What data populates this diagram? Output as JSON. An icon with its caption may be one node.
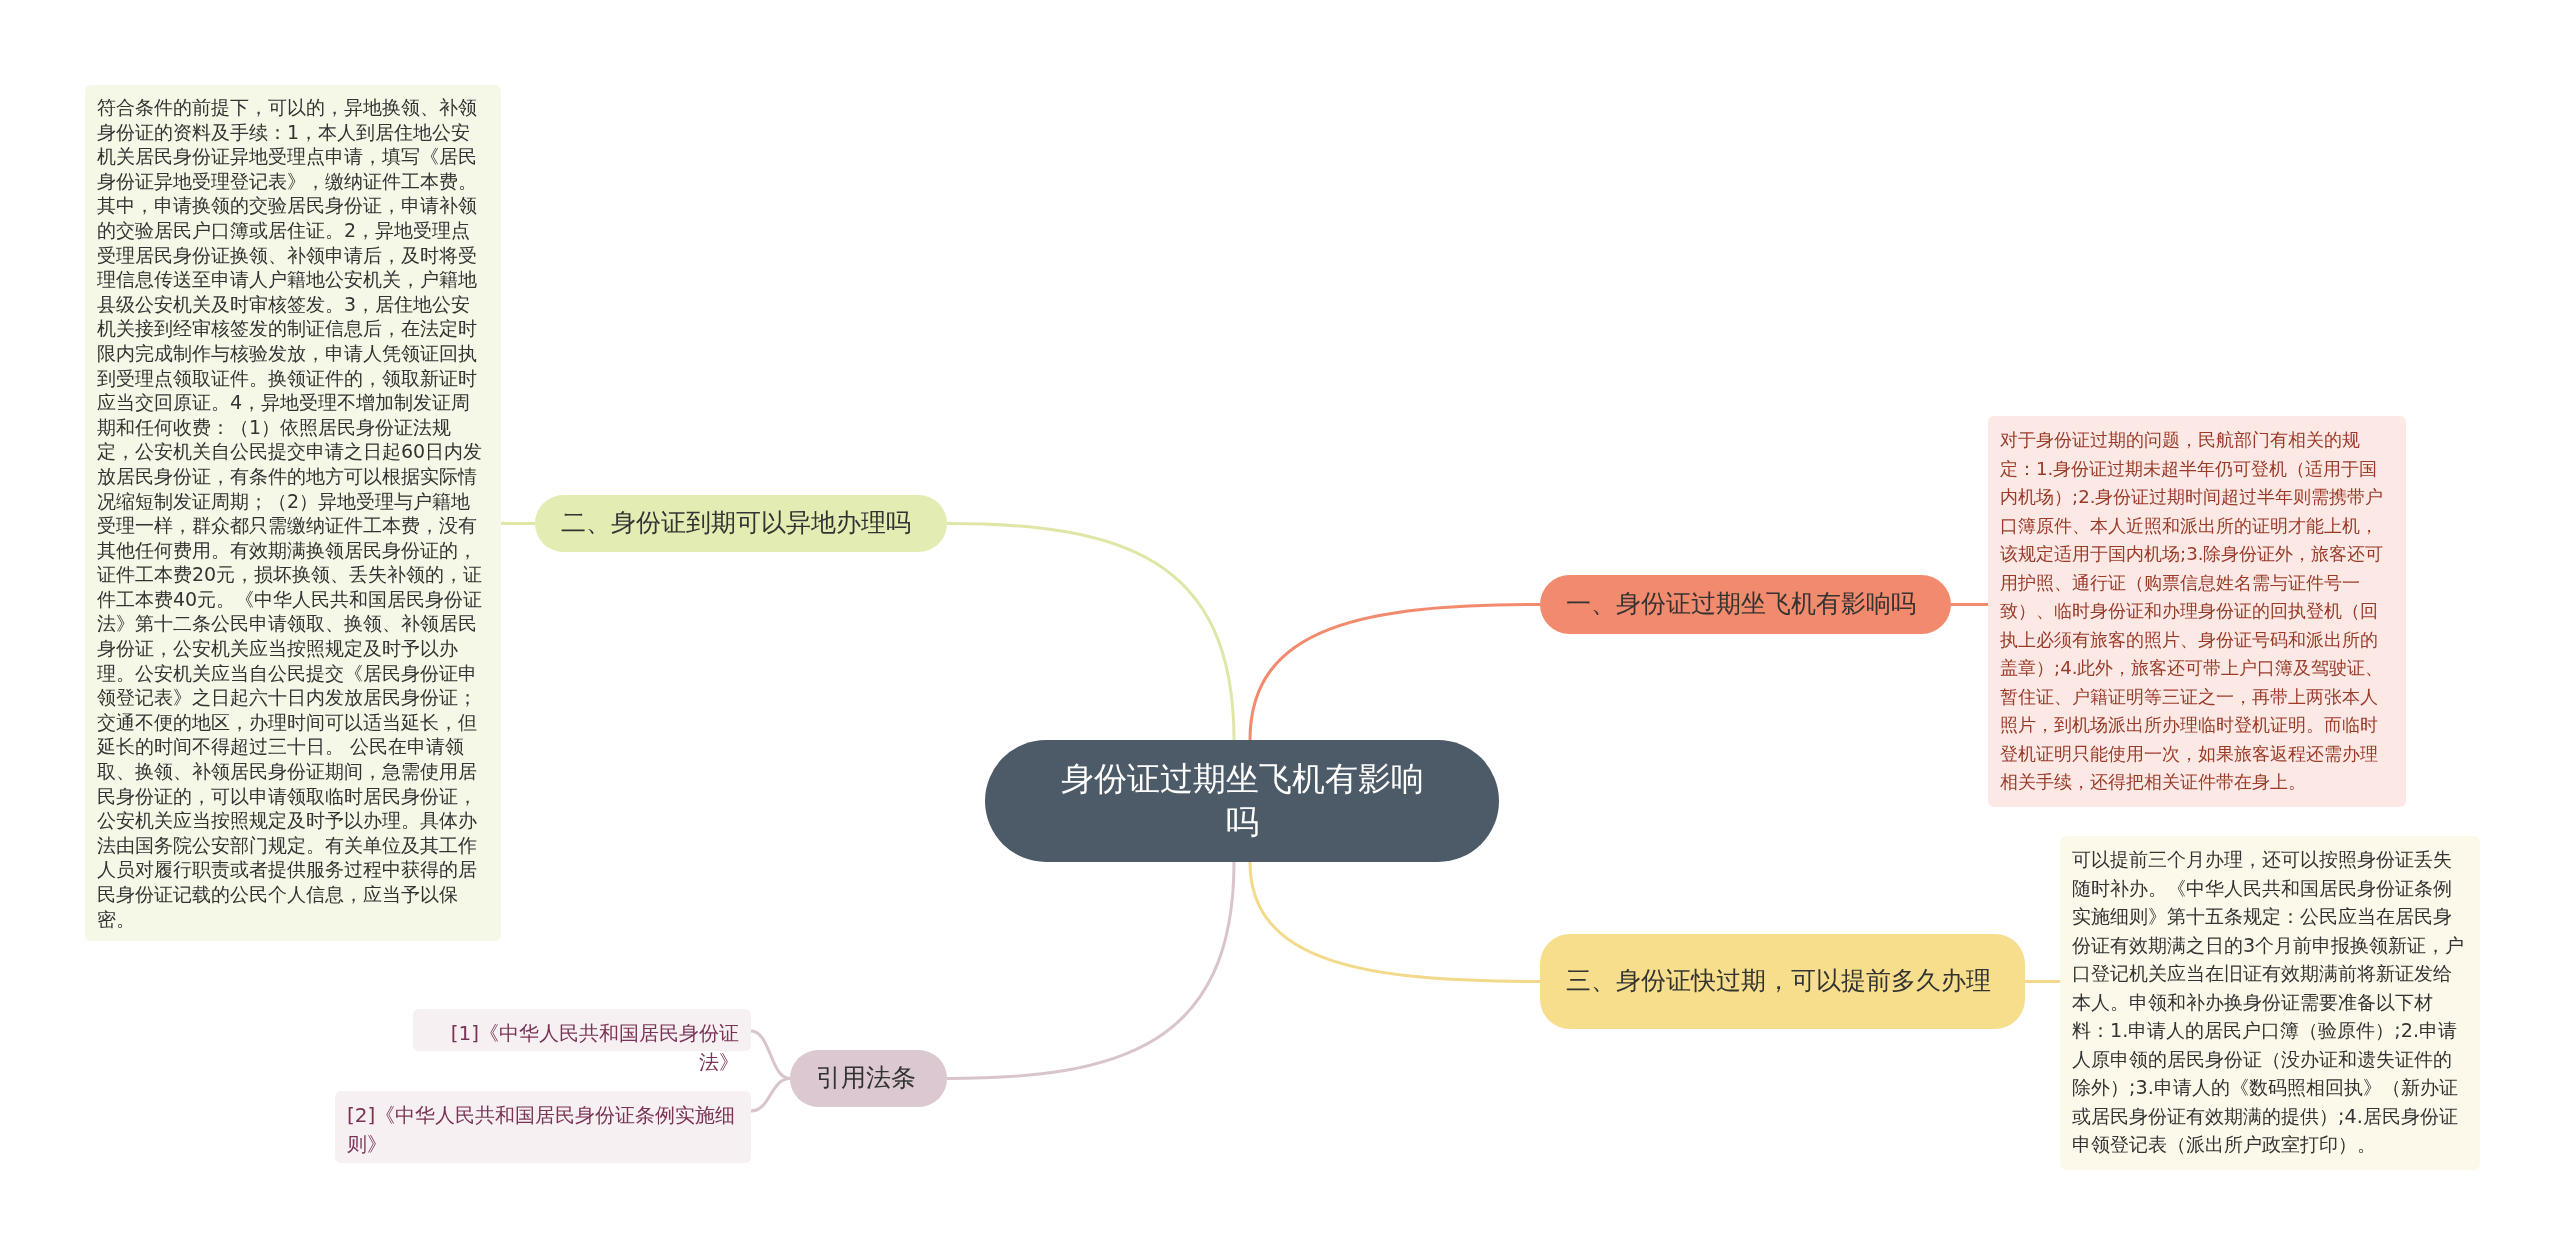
{
  "diagram": {
    "nodes": [
      {
        "text": [
          "身份证过期坐飞机有影响吗"
        ]
      },
      {
        "text": [
          "二、身份证到期可以异地办理吗"
        ]
      },
      {
        "text": [
          "符合条件的前提下，可以的，异地换领、补领身份证的资料及手续：1，本人到居住地公安机关居民身份证异地受理点申请，填写《居民身份证异地受理登记表》，缴纳证件工本费。其中，申请换领的交验居民身份证，申请补领的交验居民户口簿或居住证。2，异地受理点受理居民身份证换领、补领申请后，及时将受理信息传送至申请人户籍地公安机关，户籍地县级公安机关及时审核签发。3，居住地公安机关接到经审核签发的制证信息后，在法定时限内完成制作与核验发放，申请人凭领证回执到受理点领取证件。换领证件的，领取新证时应当交回原证。4，异地受理不增加制发证周期和任何收费：（1）依照居民身份证法规定，公安机关自公民提交申请之日起60日内发放居民身份证，有条件的地方可以根据实际情况缩短制发证周期；（2）异地受理与户籍地受理一样，群众都只需缴纳证件工本费，没有其他任何费用。有效期满换领居民身份证的，证件工本费20元，损坏换领、丢失补领的，证件工本费40元。《中华人民共和国居民身份证法》第十二条公民申请领取、换领、补领居民身份证，公安机关应当按照规定及时予以办理。公安机关应当自公民提交《居民身份证申领登记表》之日起六十日内发放居民身份证；交通不便的地区，办理时间可以适当延长，但延长的时间不得超过三十日。 公民在申请领取、换领、补领居民身份证期间，急需使用居民身份证的，可以申请领取临时居民身份证，公安机关应当按照规定及时予以办理。具体办法由国务院公安部门规定。有关单位及其工作人员对履行职责或者提供服务过程中获得的居民身份证记载的公民个人信息，应当予以保密。"
        ]
      },
      {
        "text": [
          "引用法条"
        ]
      },
      {
        "text": [
          "[1]《中华人民共和国居民身份证法》"
        ]
      },
      {
        "text": [
          "[2]《中华人民共和国居民身份证条例实施细则》"
        ]
      },
      {
        "text": [
          "一、身份证过期坐飞机有影响吗"
        ]
      },
      {
        "text": [
          "对于身份证过期的问题，民航部门有相关的规定：1.身份证过期未超半年仍可登机（适用于国内机场）;2.身份证过期时间超过半年则需携带户口簿原件、本人近照和派出所的证明才能上机，该规定适用于国内机场;3.除身份证外，旅客还可用护照、通行证（购票信息姓名需与证件号一致）、临时身份证和办理身份证的回执登机（回执上必须有旅客的照片、身份证号码和派出所的盖章）;4.此外，旅客还可带上户口簿及驾驶证、暂住证、户籍证明等三证之一，再带上两张本人照片，到机场派出所办理临时登机证明。而临时登机证明只能使用一次，如果旅客返程还需办理相关手续，还得把相关证件带在身上。"
        ]
      },
      {
        "text": [
          "三、身份证快过期，可以提前多久办理"
        ]
      },
      {
        "text": [
          "可以提前三个月办理，还可以按照身份证丢失随时补办。《中华人民共和国居民身份证条例实施细则》第十五条规定：公民应当在居民身份证有效期满之日的3个月前申报换领新证，户口登记机关应当在旧证有效期满前将新证发给本人。申领和补办换身份证需要准备以下材料：1.申请人的居民户口簿（验原件）;2.申请人原申领的居民身份证（没办证和遗失证件的除外）;3.申请人的《数码照相回执》（新办证或居民身份证有效期满的提供）;4.居民身份证申领登记表（派出所户政室打印）。"
        ]
      }
    ],
    "edges": [
      {
        "from": 0,
        "to": 1,
        "arrow": "none",
        "color": "#dfe6a6"
      },
      {
        "from": 1,
        "to": 2,
        "arrow": "none",
        "color": "#dfe6a6"
      },
      {
        "from": 0,
        "to": 3,
        "arrow": "none",
        "color": "#d9c4cc"
      },
      {
        "from": 3,
        "to": 4,
        "arrow": "none",
        "color": "#d9c4cc"
      },
      {
        "from": 3,
        "to": 5,
        "arrow": "none",
        "color": "#d9c4cc"
      },
      {
        "from": 0,
        "to": 6,
        "arrow": "none",
        "color": "#f28b6d"
      },
      {
        "from": 6,
        "to": 7,
        "arrow": "none",
        "color": "#f28b6d"
      },
      {
        "from": 0,
        "to": 8,
        "arrow": "none",
        "color": "#f3d98a"
      },
      {
        "from": 8,
        "to": 9,
        "arrow": "none",
        "color": "#f3d98a"
      }
    ]
  }
}
